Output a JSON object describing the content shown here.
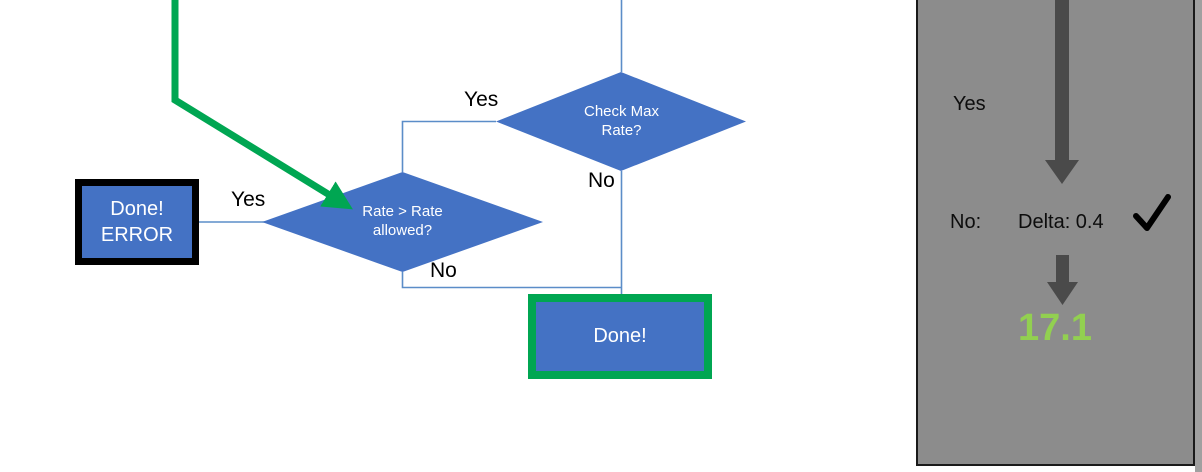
{
  "flowchart": {
    "nodes": [
      {
        "id": "done-error",
        "type": "terminator",
        "label": "Done!\nERROR",
        "fill": "#4472C4",
        "border": "#000000"
      },
      {
        "id": "rate-check",
        "type": "decision",
        "label": "Rate > Rate\nallowed?",
        "fill": "#4472C4"
      },
      {
        "id": "max-rate-check",
        "type": "decision",
        "label": "Check Max\nRate?",
        "fill": "#4472C4"
      },
      {
        "id": "done",
        "type": "terminator",
        "label": "Done!",
        "fill": "#4472C4",
        "border": "#00A652"
      }
    ],
    "edge_labels": {
      "yes_to_error": "Yes",
      "yes_to_rate_check": "Yes",
      "no_from_max_rate": "No",
      "no_from_rate_check": "No"
    },
    "colors": {
      "node_fill": "#4472C4",
      "connector": "#5B8DC8",
      "highlight_green": "#00A652",
      "node_text": "#ffffff"
    }
  },
  "panel": {
    "background": "#8c8c8c",
    "yes_label": "Yes",
    "no_label": "No:",
    "delta_label": "Delta: 0.4",
    "check_icon": "checkmark-icon",
    "result_value": "17.1",
    "result_color": "#92D050",
    "arrow_color": "#4A4A4A"
  }
}
